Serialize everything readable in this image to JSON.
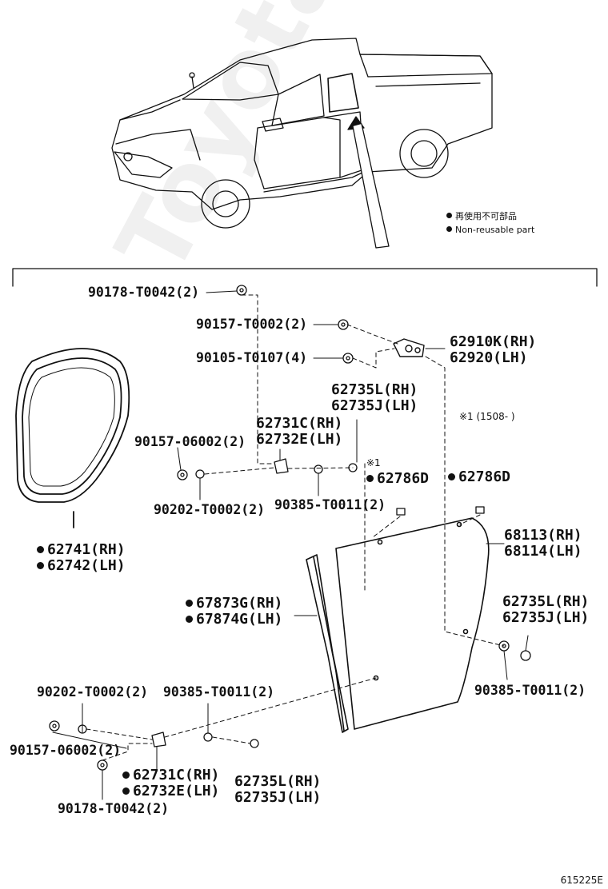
{
  "legend": {
    "non_reusable_jp": "再使用不可部品",
    "non_reusable_en": "Non-reusable part"
  },
  "note_mark": "※1",
  "note_text": "※1 (1508-      )",
  "figure_id": "615225E",
  "watermark": "ToyotaCarMine.ru",
  "parts": {
    "p90178_top": "90178-T0042(2)",
    "p90157_t0002": "90157-T0002(2)",
    "p90105": "90105-T0107(4)",
    "p62910k": "62910K(RH)",
    "p62920": "62920(LH)",
    "p62735l_a": "62735L(RH)",
    "p62735j_a": "62735J(LH)",
    "p62731c_a": "62731C(RH)",
    "p62732e_a": "62732E(LH)",
    "p90157_06002_a": "90157-06002(2)",
    "p62786d_a": "62786D",
    "p62786d_b": "62786D",
    "p90202_a": "90202-T0002(2)",
    "p90385_a": "90385-T0011(2)",
    "p62741": "62741(RH)",
    "p62742": "62742(LH)",
    "p68113": "68113(RH)",
    "p68114": "68114(LH)",
    "p67873g": "67873G(RH)",
    "p67874g": "67874G(LH)",
    "p62735l_b": "62735L(RH)",
    "p62735j_b": "62735J(LH)",
    "p90385_b": "90385-T0011(2)",
    "p90202_b": "90202-T0002(2)",
    "p90385_c": "90385-T0011(2)",
    "p90157_06002_b": "90157-06002(2)",
    "p62731c_b": "62731C(RH)",
    "p62732e_b": "62732E(LH)",
    "p62735l_c": "62735L(RH)",
    "p62735j_c": "62735J(LH)",
    "p90178_bottom": "90178-T0042(2)"
  }
}
